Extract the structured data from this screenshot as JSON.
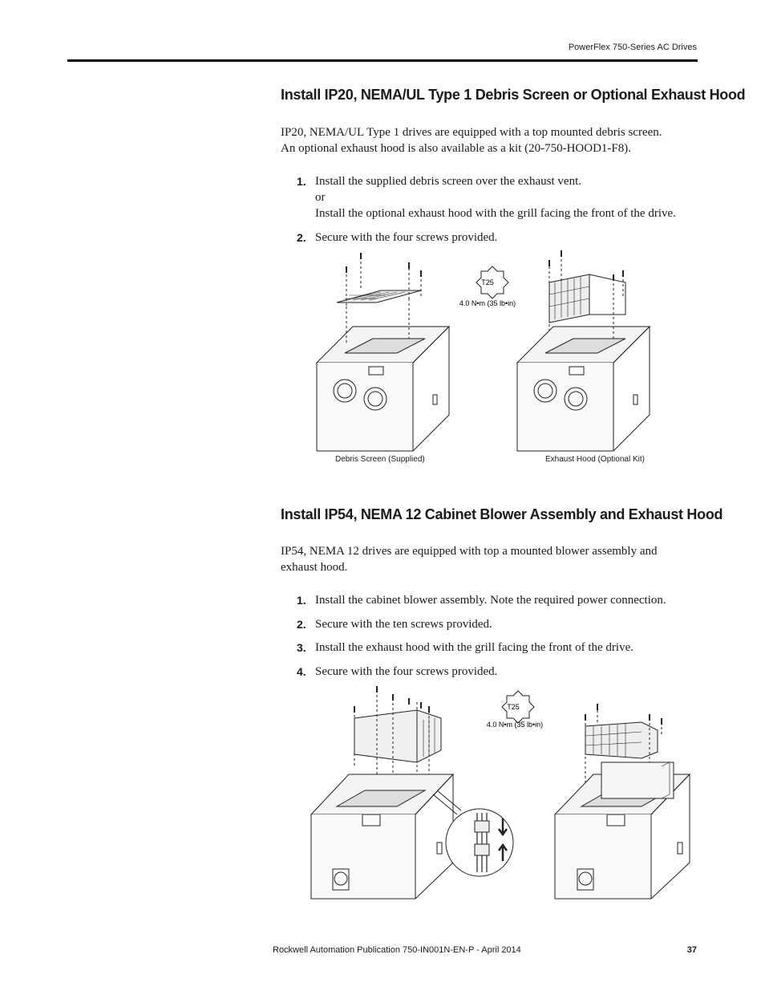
{
  "header": {
    "title": "PowerFlex 750-Series AC Drives"
  },
  "section1": {
    "heading": "Install IP20, NEMA/UL Type 1 Debris Screen or Optional Exhaust Hood",
    "intro_line1": "IP20, NEMA/UL Type 1 drives are equipped with a top mounted debris screen.",
    "intro_line2": "An optional exhaust hood is also available as a kit (20-750-HOOD1-F8).",
    "steps": [
      {
        "num": "1.",
        "line1": "Install the supplied debris screen over the exhaust vent.",
        "line2": "or",
        "line3": "Install the optional exhaust hood with the grill facing the front of the drive."
      },
      {
        "num": "2.",
        "line1": "Secure with the four screws provided."
      }
    ],
    "figure": {
      "tool": "T25",
      "torque": "4.0 N•m (35 lb•in)",
      "caption_left": "Debris Screen (Supplied)",
      "caption_right": "Exhaust Hood (Optional Kit)"
    }
  },
  "section2": {
    "heading": "Install IP54, NEMA 12 Cabinet Blower Assembly and Exhaust Hood",
    "intro_line1": "IP54, NEMA 12 drives are equipped with top a mounted blower assembly and",
    "intro_line2": "exhaust hood.",
    "steps": [
      {
        "num": "1.",
        "text": "Install the cabinet blower assembly. Note the required power connection."
      },
      {
        "num": "2.",
        "text": "Secure with the ten screws provided."
      },
      {
        "num": "3.",
        "text": "Install the exhaust hood with the grill facing the front of the drive."
      },
      {
        "num": "4.",
        "text": "Secure with the four screws provided."
      }
    ],
    "figure": {
      "tool": "T25",
      "torque": "4.0 N•m (35 lb•in)"
    }
  },
  "footer": {
    "publication": "Rockwell Automation Publication 750-IN001N-EN-P - April 2014",
    "page": "37"
  }
}
